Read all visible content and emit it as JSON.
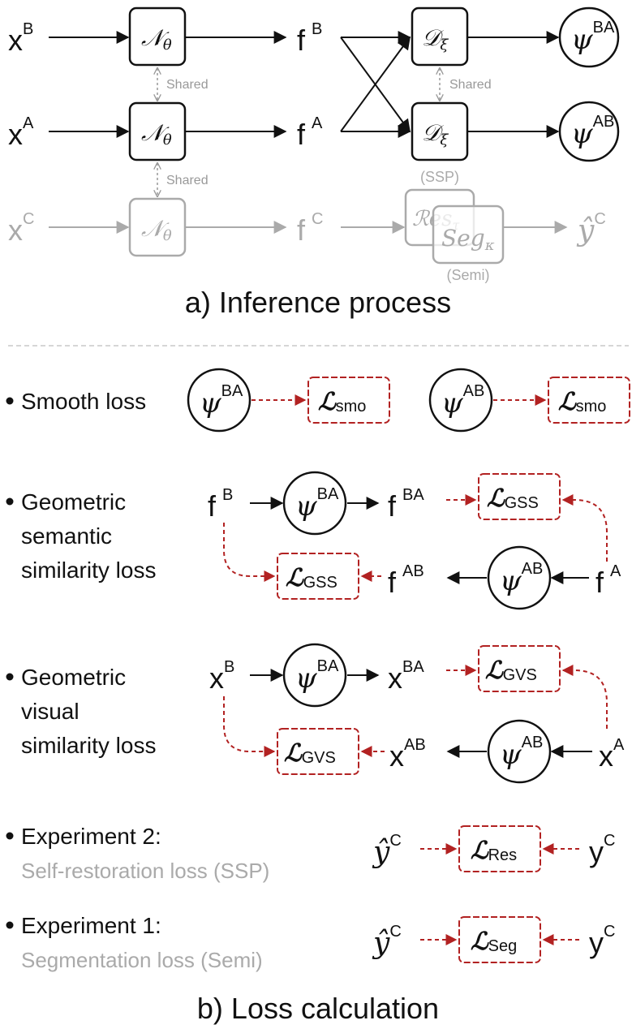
{
  "colors": {
    "ink": "#111111",
    "muted": "#aaaaaa",
    "loss": "#b22222",
    "divider": "#c8c8c8"
  },
  "icons": {
    "network": "encoder-box",
    "deformation": "decoder-box",
    "loss": "loss-box",
    "transform": "circle-node"
  },
  "inference": {
    "title": "a) Inference process",
    "shared_label": "Shared",
    "ssp_label": "(SSP)",
    "semi_label": "(Semi)",
    "inputs": {
      "xB": "B",
      "xA": "A",
      "xC": "C"
    },
    "features": {
      "fB": "B",
      "fA": "A",
      "fC": "C"
    },
    "outputs": {
      "psiBA": "BA",
      "psiAB": "AB",
      "yhatC": "C"
    },
    "network_symbol": "𝒩",
    "network_sub": "θ",
    "decoder_symbol": "𝒟",
    "decoder_sub": "ξ",
    "res_symbol": "ℛes",
    "res_sub": "τ",
    "seg_symbol": "Seg",
    "seg_sub": "κ"
  },
  "losses": {
    "title": "b) Loss calculation",
    "smooth": {
      "label": "Smooth loss",
      "sub": "smo"
    },
    "gss": {
      "label_lines": [
        "Geometric",
        "semantic",
        "similarity loss"
      ],
      "sub": "GSS"
    },
    "gvs": {
      "label_lines": [
        "Geometric",
        "visual",
        "similarity loss"
      ],
      "sub": "GVS"
    },
    "exp2": {
      "label": "Experiment 2:",
      "desc": "Self-restoration loss (SSP)",
      "sub": "Res"
    },
    "exp1": {
      "label": "Experiment 1:",
      "desc": "Segmentation loss (Semi)",
      "sub": "Seg"
    },
    "sup": {
      "BA": "BA",
      "AB": "AB",
      "B": "B",
      "A": "A",
      "C": "C"
    }
  }
}
